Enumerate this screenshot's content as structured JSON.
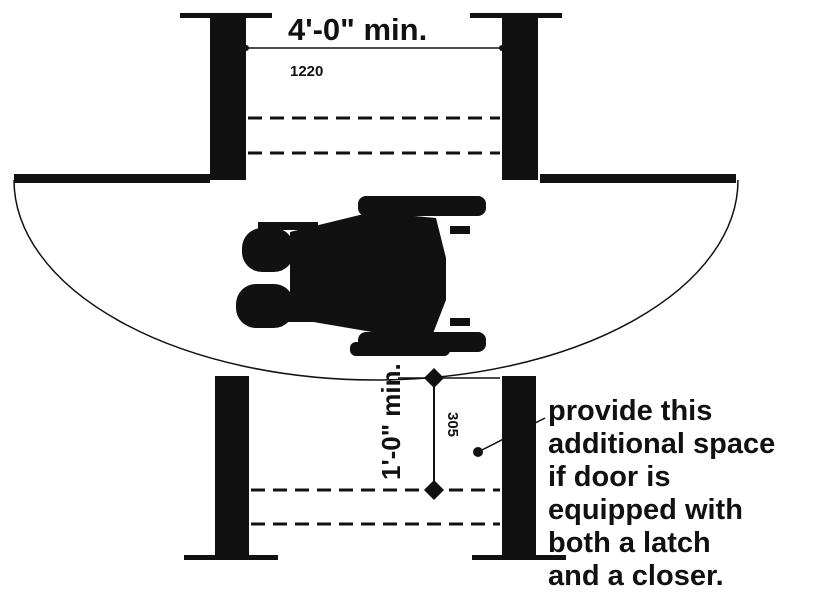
{
  "top_dimension": {
    "imperial": "4'-0\" min.",
    "metric": "1220"
  },
  "side_dimension": {
    "imperial": "1'-0\" min.",
    "metric": "305"
  },
  "note": {
    "lines": [
      "provide this",
      "additional space",
      "if door is",
      "equipped with",
      "both a latch",
      "and a closer."
    ]
  },
  "colors": {
    "ink": "#111111",
    "paper": "#ffffff"
  }
}
